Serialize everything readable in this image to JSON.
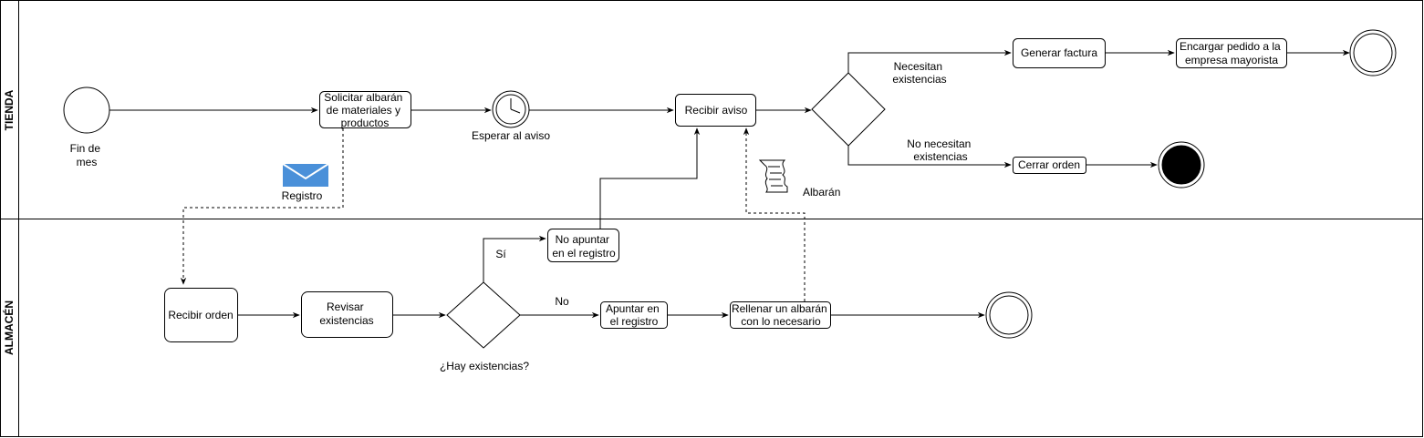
{
  "lanes": {
    "top": "TIENDA",
    "bottom": "ALMACÉN"
  },
  "tienda": {
    "start_event": [
      "Fin de",
      "mes"
    ],
    "task_solicitar": [
      "Solicitar albarán",
      "de materiales y",
      "productos"
    ],
    "message_label": "Registro",
    "timer_label": "Esperar al aviso",
    "task_recibir_aviso": "Recibir aviso",
    "branch_yes": [
      "Necesitan",
      "existencias"
    ],
    "branch_no": [
      "No necesitan",
      "existencias"
    ],
    "task_generar_factura": "Generar factura",
    "task_encargar": [
      "Encargar pedido a la",
      "empresa mayorista"
    ],
    "task_cerrar": "Cerrar orden",
    "document_label": "Albarán"
  },
  "almacen": {
    "task_recibir_orden": "Recibir orden",
    "task_revisar": [
      "Revisar",
      "existencias"
    ],
    "gateway_label": "¿Hay existencias?",
    "branch_si": "Sí",
    "branch_no": "No",
    "task_no_apuntar": [
      "No apuntar",
      "en el registro"
    ],
    "task_apuntar": [
      "Apuntar en",
      "el registro"
    ],
    "task_rellenar": [
      "Rellenar un albarán",
      "con lo necesario"
    ]
  },
  "colors": {
    "envelope": "#4a90d9",
    "end_event_fill": "#000000",
    "stroke": "#000000"
  }
}
